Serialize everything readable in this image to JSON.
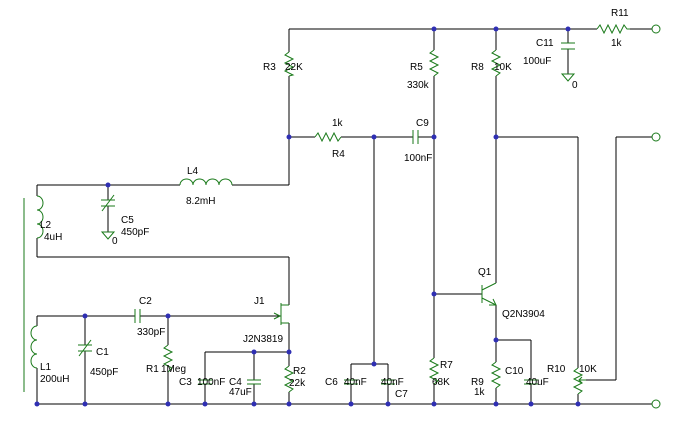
{
  "colors": {
    "wire": "#000000",
    "dot": "#2f2fb3",
    "component": "#1a7a1a",
    "terminal": "#1a7a1a",
    "background": "#ffffff"
  },
  "components": {
    "r11": {
      "name": "R11",
      "value": "1k"
    },
    "c11": {
      "name": "C11",
      "value": "100uF"
    },
    "gnd_c11": {
      "label": "0"
    },
    "r3": {
      "name": "R3",
      "value": "22K"
    },
    "r5": {
      "name": "R5",
      "value": "330k"
    },
    "r8": {
      "name": "R8",
      "value": "10K"
    },
    "r4": {
      "name": "R4",
      "value": "1k"
    },
    "c9": {
      "name": "C9",
      "value": "100nF"
    },
    "l4": {
      "name": "L4",
      "value": "8.2mH"
    },
    "c5": {
      "name": "C5",
      "value": "450pF"
    },
    "gnd_c5": {
      "label": "0"
    },
    "l2": {
      "name": "L2",
      "value": "4uH"
    },
    "q1": {
      "name": "Q1",
      "value": "Q2N3904"
    },
    "j1": {
      "name": "J1",
      "value": "J2N3819"
    },
    "c2": {
      "name": "C2",
      "value": "330pF"
    },
    "r1": {
      "name": "R1",
      "value": "1Meg"
    },
    "l1": {
      "name": "L1",
      "value": "200uH"
    },
    "c1": {
      "name": "C1",
      "value": "450pF"
    },
    "c3": {
      "name": "C3",
      "value": "100nF"
    },
    "c4": {
      "name": "C4",
      "value": "47uF"
    },
    "r2": {
      "name": "R2",
      "value": "22k"
    },
    "c6": {
      "name": "C6",
      "value": "40nF"
    },
    "c7": {
      "name": "C7",
      "value": "40nF"
    },
    "r7": {
      "name": "R7",
      "value": "68K"
    },
    "r9": {
      "name": "R9",
      "value": "1k"
    },
    "c10": {
      "name": "C10",
      "value": "40uF"
    },
    "r10": {
      "name": "R10",
      "value": "10K"
    }
  }
}
